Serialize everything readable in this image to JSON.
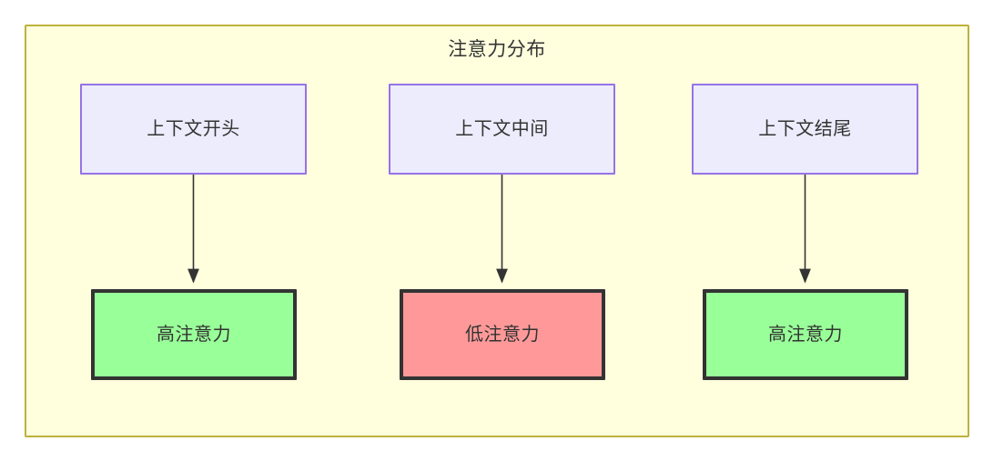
{
  "diagram": {
    "title": "注意力分布",
    "background_color": "#ffffde",
    "border_color": "#bdb23c",
    "text_color": "#333333",
    "columns": [
      {
        "id": "context-start",
        "source": {
          "label": "上下文开头",
          "fill": "#ececfc",
          "stroke": "#9673e6"
        },
        "target": {
          "label": "高注意力",
          "fill": "#99ff99",
          "stroke": "#333333"
        },
        "edge": {
          "arrow": "arrowhead-down",
          "style": "solid",
          "color": "#333333"
        }
      },
      {
        "id": "context-middle",
        "source": {
          "label": "上下文中间",
          "fill": "#ececfc",
          "stroke": "#9673e6"
        },
        "target": {
          "label": "低注意力",
          "fill": "#ff9999",
          "stroke": "#333333"
        },
        "edge": {
          "arrow": "arrowhead-down",
          "style": "solid",
          "color": "#333333"
        }
      },
      {
        "id": "context-end",
        "source": {
          "label": "上下文结尾",
          "fill": "#ececfc",
          "stroke": "#9673e6"
        },
        "target": {
          "label": "高注意力",
          "fill": "#99ff99",
          "stroke": "#333333"
        },
        "edge": {
          "arrow": "arrowhead-down",
          "style": "solid",
          "color": "#333333"
        }
      }
    ]
  }
}
